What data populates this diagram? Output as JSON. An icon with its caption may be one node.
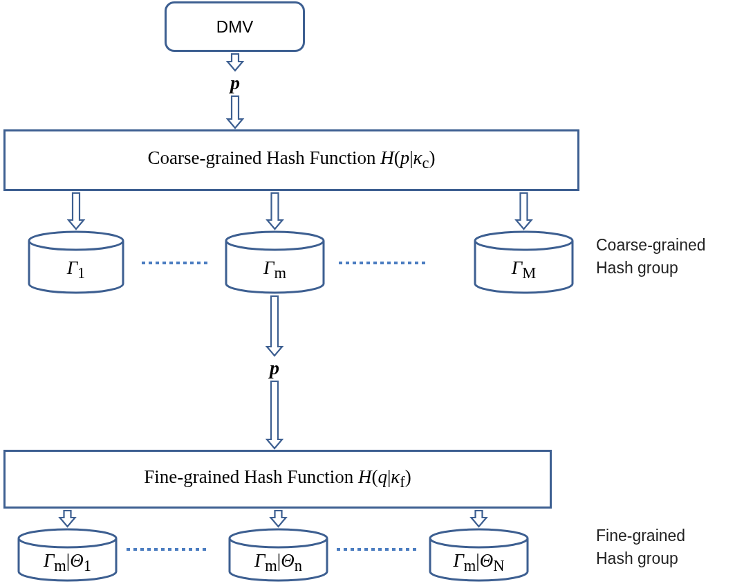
{
  "diagram": {
    "nodes": [
      {
        "text": [
          "DMV"
        ]
      },
      {
        "text": [
          "p"
        ]
      },
      {
        "text": [
          "Coarse-grained Hash Function *H*(*p*|*κ*$_{c}$)"
        ]
      },
      {
        "text": [
          "*Γ*$_{1}$"
        ]
      },
      {
        "text": [
          "*Γ*$_{m}$"
        ]
      },
      {
        "text": [
          "*Γ*$_{M}$"
        ]
      },
      {
        "text": [
          "p"
        ]
      },
      {
        "text": [
          "Fine-grained Hash Function *H*(*q*|*κ*$_{f}$)"
        ]
      },
      {
        "text": [
          "*Γ*$_{m}$|*Θ*$_{1}$"
        ]
      },
      {
        "text": [
          "*Γ*$_{m}$|*Θ*$_{n}$"
        ]
      },
      {
        "text": [
          "*Γ*$_{m}$|*Θ*$_{N}$"
        ]
      }
    ],
    "edges": [
      {
        "from": 0,
        "to": 1,
        "arrow": "to"
      },
      {
        "from": 1,
        "to": 2,
        "arrow": "to"
      },
      {
        "from": 2,
        "to": 3,
        "arrow": "to"
      },
      {
        "from": 2,
        "to": 4,
        "arrow": "to"
      },
      {
        "from": 2,
        "to": 5,
        "arrow": "to"
      },
      {
        "from": 4,
        "to": 6,
        "arrow": "to"
      },
      {
        "from": 6,
        "to": 7,
        "arrow": "to"
      },
      {
        "from": 7,
        "to": 8,
        "arrow": "to"
      },
      {
        "from": 7,
        "to": 9,
        "arrow": "to"
      },
      {
        "from": 7,
        "to": 10,
        "arrow": "to"
      }
    ],
    "labels": [
      "Coarse-grained Hash group",
      "Fine-grained Hash group"
    ]
  }
}
